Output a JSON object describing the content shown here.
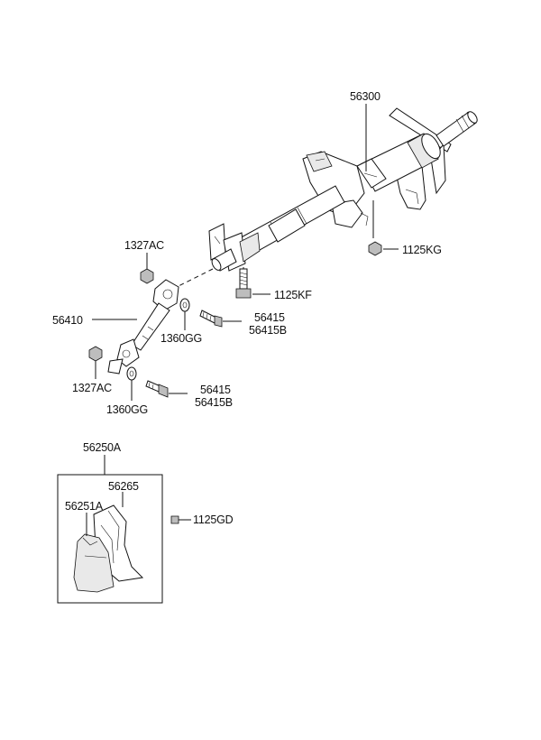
{
  "labels": {
    "p56300": "56300",
    "p1125KG": "1125KG",
    "p1327AC_top": "1327AC",
    "p1125KF": "1125KF",
    "p56415_1": "56415",
    "p56415B_1": "56415B",
    "p56410": "56410",
    "p1360GG_1": "1360GG",
    "p1327AC_bottom": "1327AC",
    "p56415_2": "56415",
    "p56415B_2": "56415B",
    "p1360GG_2": "1360GG",
    "p56250A": "56250A",
    "p56265": "56265",
    "p56251A": "56251A",
    "p1125GD": "1125GD"
  }
}
